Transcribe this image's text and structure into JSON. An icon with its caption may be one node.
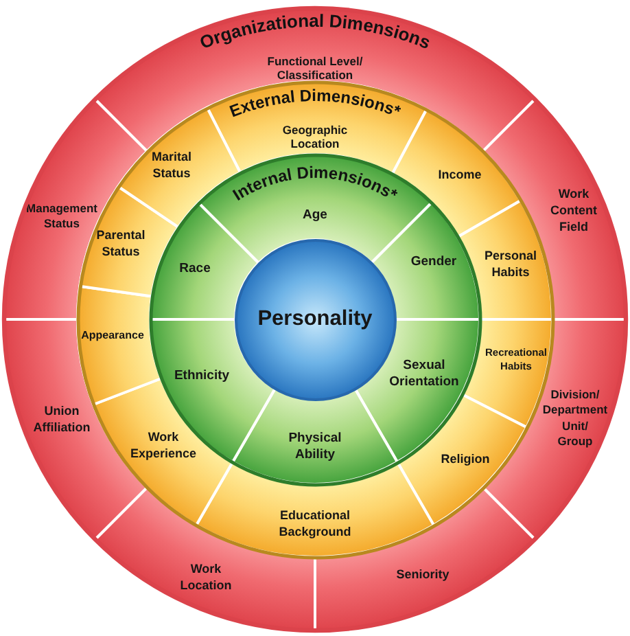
{
  "diagram": {
    "nodes": [
      {
        "text": [],
        "shape": "circle"
      },
      {
        "text": [
          "Organizational Dimensions",
          "Functional Level/ Classification"
        ],
        "in": 0
      },
      {
        "text": [
          "Work Content Field"
        ],
        "in": 0
      },
      {
        "text": [
          "Division/ Department Unit/ Group"
        ],
        "in": 0
      },
      {
        "text": [
          "Seniority"
        ],
        "in": 0
      },
      {
        "text": [
          "Work Location"
        ],
        "in": 0
      },
      {
        "text": [
          "Union Affiliation"
        ],
        "in": 0
      },
      {
        "text": [
          "Management Status"
        ],
        "in": 0
      },
      {
        "text": [],
        "shape": "circle",
        "in": 0
      },
      {
        "text": [
          "External Dimensions*",
          "Geographic Location"
        ],
        "in": 8
      },
      {
        "text": [
          "Income"
        ],
        "in": 8
      },
      {
        "text": [
          "Personal Habits"
        ],
        "in": 8
      },
      {
        "text": [
          "Recreational Habits"
        ],
        "in": 8
      },
      {
        "text": [
          "Religion"
        ],
        "in": 8
      },
      {
        "text": [
          "Educational Background"
        ],
        "in": 8
      },
      {
        "text": [
          "Work Experience"
        ],
        "in": 8
      },
      {
        "text": [
          "Appearance"
        ],
        "in": 8
      },
      {
        "text": [
          "Parental Status"
        ],
        "in": 8
      },
      {
        "text": [
          "Marital Status"
        ],
        "in": 8
      },
      {
        "text": [],
        "shape": "circle",
        "in": 8
      },
      {
        "text": [
          "Internal Dimensions*",
          "Age"
        ],
        "in": 19
      },
      {
        "text": [
          "Gender"
        ],
        "in": 19
      },
      {
        "text": [
          "Sexual Orientation"
        ],
        "in": 19
      },
      {
        "text": [
          "Physical Ability"
        ],
        "in": 19
      },
      {
        "text": [
          "Ethnicity"
        ],
        "in": 19
      },
      {
        "text": [
          "Race"
        ],
        "in": 19
      },
      {
        "text": [
          "Personality"
        ],
        "in": 19
      }
    ]
  }
}
